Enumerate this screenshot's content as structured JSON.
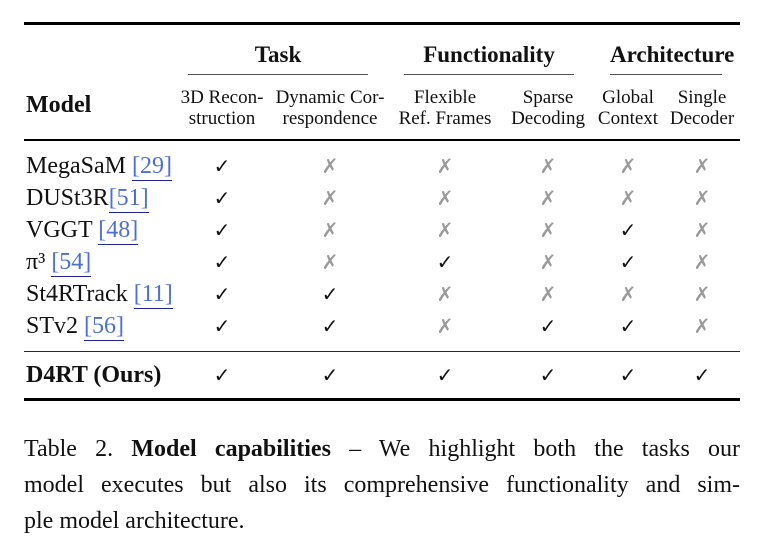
{
  "table": {
    "header": {
      "model_label": "Model",
      "groups": [
        {
          "label": "Task"
        },
        {
          "label": "Functionality"
        },
        {
          "label": "Architecture"
        }
      ],
      "columns": [
        "3D Recon-\nstruction",
        "Dynamic Cor-\nrespondence",
        "Flexible\nRef. Frames",
        "Sparse\nDecoding",
        "Global\nContext",
        "Single\nDecoder"
      ]
    },
    "rows": [
      {
        "model": "MegaSaM ",
        "cite": "[29]",
        "values": [
          "✓",
          "✗",
          "✗",
          "✗",
          "✗",
          "✗"
        ]
      },
      {
        "model": "DUSt3R",
        "cite": "[51]",
        "values": [
          "✓",
          "✗",
          "✗",
          "✗",
          "✗",
          "✗"
        ]
      },
      {
        "model": "VGGT ",
        "cite": "[48]",
        "values": [
          "✓",
          "✗",
          "✗",
          "✗",
          "✓",
          "✗"
        ]
      },
      {
        "model": "π³ ",
        "cite": "[54]",
        "values": [
          "✓",
          "✗",
          "✓",
          "✗",
          "✓",
          "✗"
        ]
      },
      {
        "model": "St4RTrack ",
        "cite": "[11]",
        "values": [
          "✓",
          "✓",
          "✗",
          "✗",
          "✗",
          "✗"
        ]
      },
      {
        "model": "STv2 ",
        "cite": "[56]",
        "values": [
          "✓",
          "✓",
          "✗",
          "✓",
          "✓",
          "✗"
        ]
      }
    ],
    "highlight_row": {
      "model": "D4RT (Ours)",
      "values": [
        "✓",
        "✓",
        "✓",
        "✓",
        "✓",
        "✓"
      ]
    },
    "symbols": {
      "check": "✓",
      "cross": "✗"
    },
    "colors": {
      "check": "#111111",
      "cross": "#9a9a9a",
      "cite_text": "#4d6fd2",
      "cite_underline": "#1f2298"
    }
  },
  "caption": {
    "lines": [
      {
        "prefix": "Table 2.",
        "bold": "Model capabilities",
        "rest": "– We highlight both the tasks our"
      },
      {
        "rest": "model executes but also its comprehensive functionality and sim-"
      },
      {
        "rest": "ple model architecture."
      }
    ]
  }
}
